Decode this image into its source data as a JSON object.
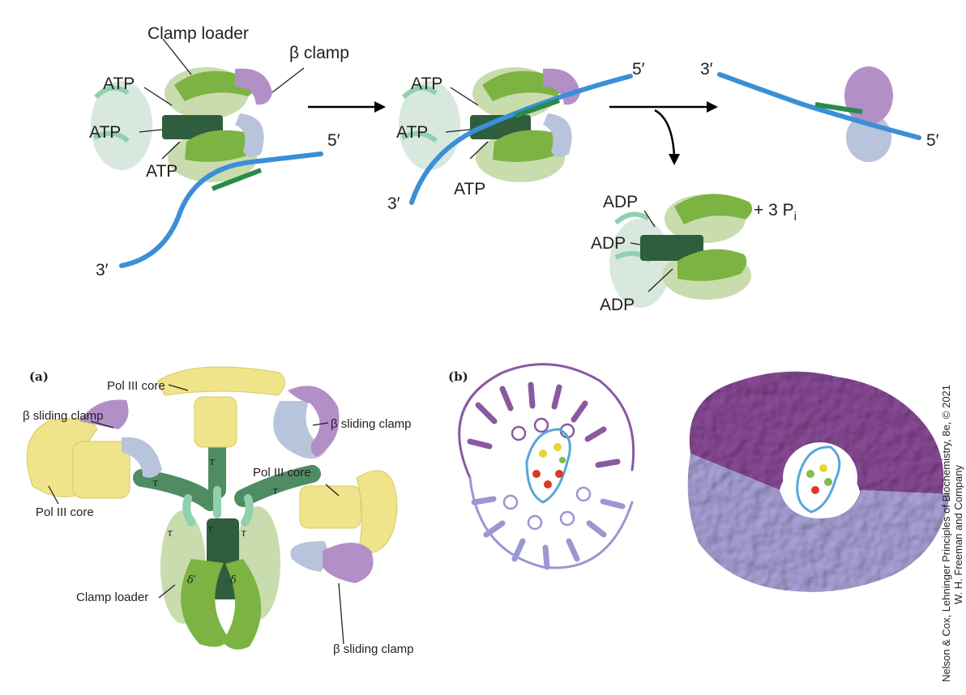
{
  "top": {
    "labels": {
      "clamp_loader": "Clamp loader",
      "beta_clamp": "β clamp",
      "atp": "ATP",
      "adp": "ADP",
      "products": "+ 3 P",
      "products_sub": "i",
      "five_prime": "5′",
      "three_prime": "3′"
    }
  },
  "panel_a": {
    "tag": "(a)",
    "pol3_core": "Pol III core",
    "beta_sliding_clamp": "β sliding clamp",
    "clamp_loader": "Clamp loader",
    "tau": "τ",
    "delta": "δ",
    "delta_prime": "δ′"
  },
  "panel_b": {
    "tag": "(b)"
  },
  "credit": {
    "line1": "Nelson & Cox, Lehninger Principles of Biochemistry, 8e, © 2021",
    "line2": "W. H. Freeman and Company"
  },
  "colors": {
    "dna": "#3b8fd6",
    "primer": "#2a8a4a",
    "loader_green": "#7cb342",
    "loader_pale": "#c9dcae",
    "loader_dark": "#2f5e3e",
    "clamp_purple": "#b38fc7",
    "clamp_blue": "#b8c4dc",
    "pol_yellow": "#efe48a",
    "tau_green": "#4f8c62",
    "protein_light": "#a9a3d8",
    "protein_dark": "#8a4b98"
  }
}
